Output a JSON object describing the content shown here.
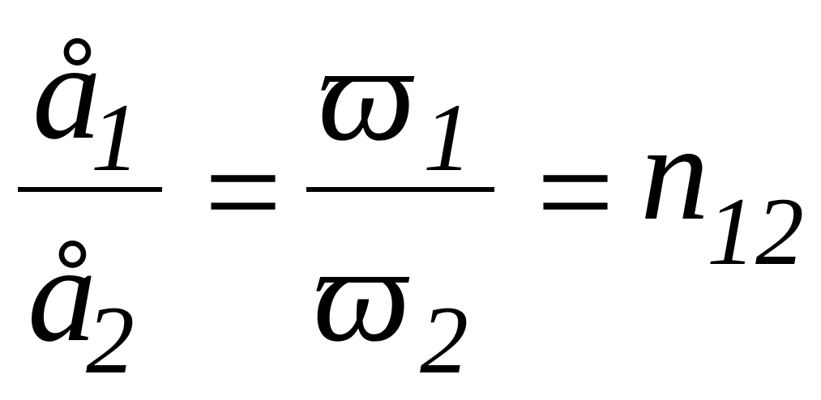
{
  "formula": {
    "lhs_num_symbol": "å",
    "lhs_num_index": "1",
    "lhs_den_symbol": "å",
    "lhs_den_index": "2",
    "eq1": "=",
    "mid_num_symbol": "ϖ",
    "mid_num_index": "1",
    "mid_den_symbol": "ϖ",
    "mid_den_index": "2",
    "eq2": "=",
    "rhs_symbol": "n",
    "rhs_index": "12"
  }
}
